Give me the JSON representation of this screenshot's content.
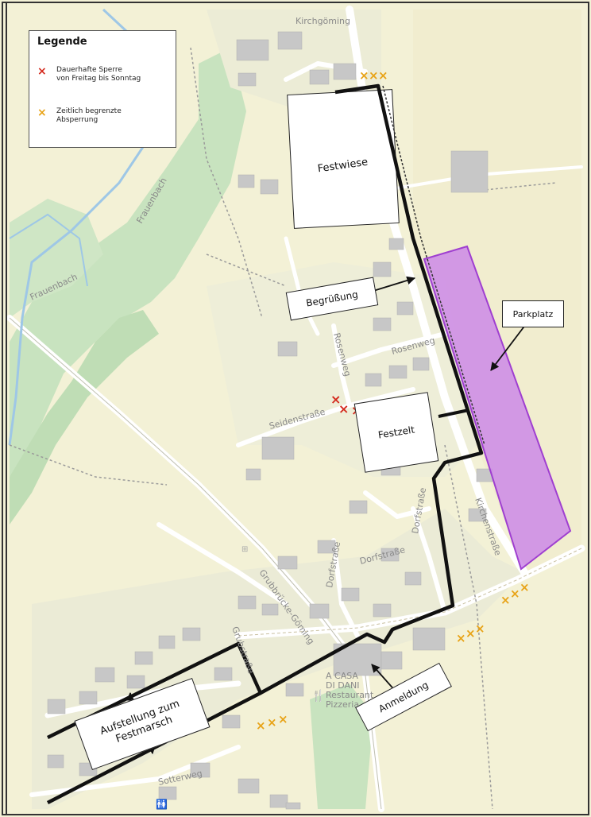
{
  "legend": {
    "title": "Legende",
    "items": [
      {
        "mark": "×",
        "color": "#d42a1e",
        "line1": "Dauerhafte Sperre",
        "line2": "von Freitag bis Sonntag"
      },
      {
        "mark": "×",
        "color": "#e8a317",
        "line1": "Zeitlich begrenzte",
        "line2": "Absperrung"
      }
    ]
  },
  "labels": {
    "festwiese": "Festwiese",
    "begruessung": "Begrüßung",
    "parkplatz": "Parkplatz",
    "festzelt": "Festzelt",
    "anmeldung": "Anmeldung",
    "aufstellung_1": "Aufstellung zum",
    "aufstellung_2": "Festmarsch"
  },
  "places": {
    "kirchgoming": "Kirchgöming",
    "restaurant_1": "A CASA",
    "restaurant_2": "DI DANI",
    "restaurant_3": "Restaurant",
    "restaurant_4": "Pizzeria"
  },
  "streets": {
    "frauenbach": "Frauenbach",
    "rosenweg": "Rosenweg",
    "seidenstrasse": "Seidenstraße",
    "dorfstrasse": "Dorfstraße",
    "kirchenstrasse": "Kirchenstraße",
    "grubbruecke": "Grubbrücke-Göming",
    "grubstrasse": "Grubstraße",
    "sotterweg": "Sotterweg"
  },
  "colors": {
    "permanent_closure": "#d42a1e",
    "temporary_closure": "#e8a317",
    "parking": "#cc88e8",
    "route": "#111111"
  }
}
